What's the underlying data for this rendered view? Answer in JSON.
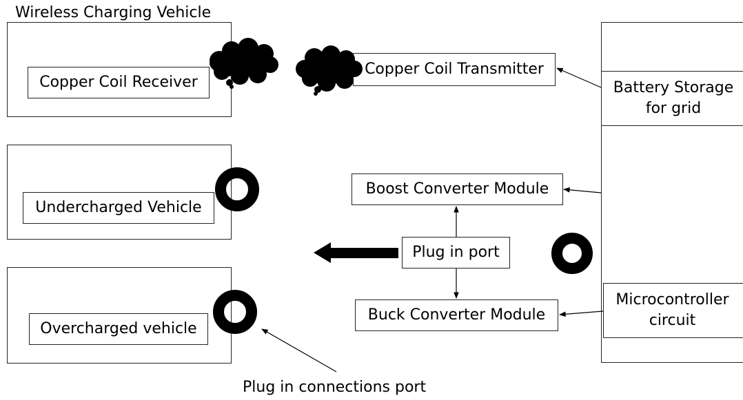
{
  "diagram": {
    "vehicle_title": "Wireless Charging Vehicle",
    "receiver": "Copper Coil Receiver",
    "transmitter": "Copper Coil Transmitter",
    "battery": "Battery Storage for grid",
    "undercharged": "Undercharged Vehicle",
    "overcharged": "Overcharged vehicle",
    "boost": "Boost Converter Module",
    "buck": "Buck Converter Module",
    "plug": "Plug in port",
    "micro": "Microcontroller circuit",
    "port_caption": "Plug in connections port"
  },
  "colors": {
    "line": "#000000",
    "box_border": "#222222",
    "background": "#ffffff"
  }
}
